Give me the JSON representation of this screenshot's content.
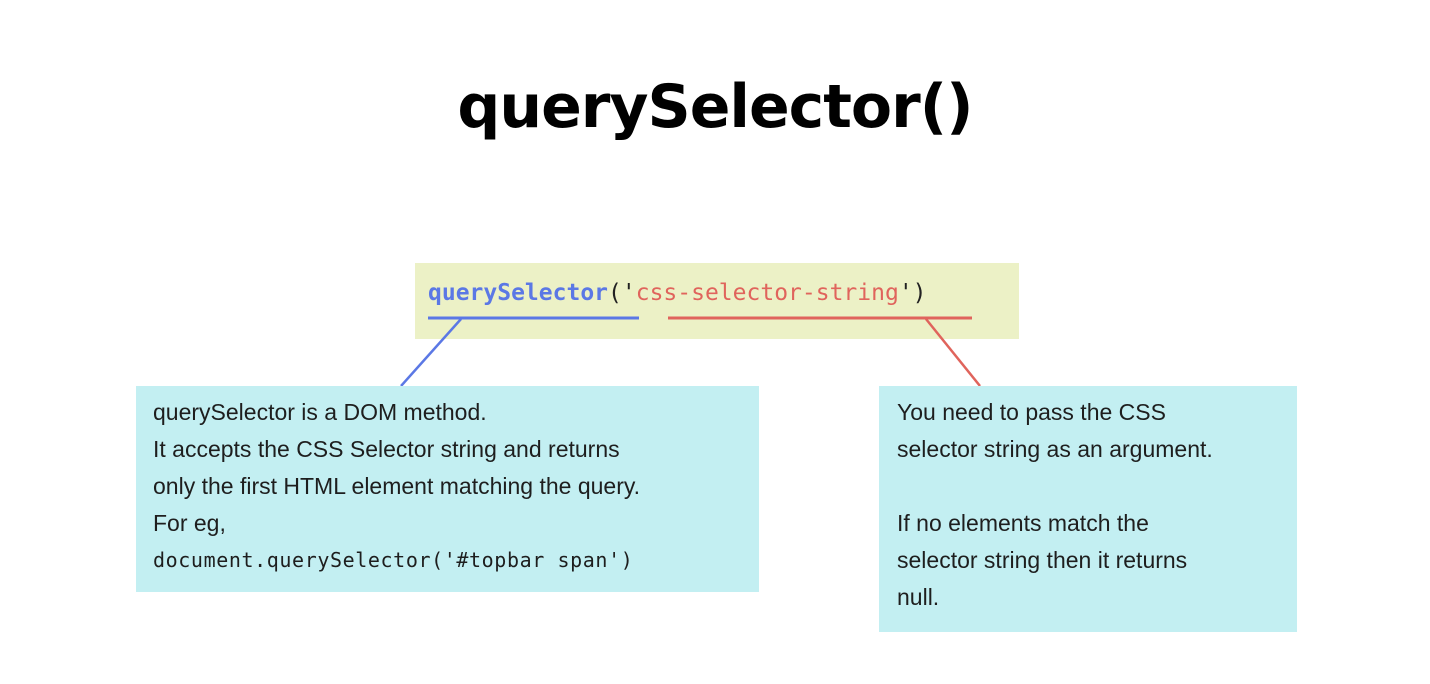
{
  "title": "querySelector()",
  "code": {
    "method": "querySelector",
    "open": "('",
    "argument": "css-selector-string",
    "close": "')"
  },
  "colors": {
    "method": "#5b78e5",
    "argument": "#e0645c",
    "code_background": "#ecf1c6",
    "note_background": "#c3eff2"
  },
  "left_note": {
    "lines": [
      "querySelector is a DOM method.",
      "It accepts the CSS Selector string and returns",
      "only the first HTML element matching the query.",
      "For eg,"
    ],
    "example": "document.querySelector('#topbar span')"
  },
  "right_note": {
    "paragraph1": [
      "You need to pass the CSS",
      "selector string as an argument."
    ],
    "paragraph2": [
      "If no elements match the",
      "selector string then it returns",
      "null."
    ]
  }
}
